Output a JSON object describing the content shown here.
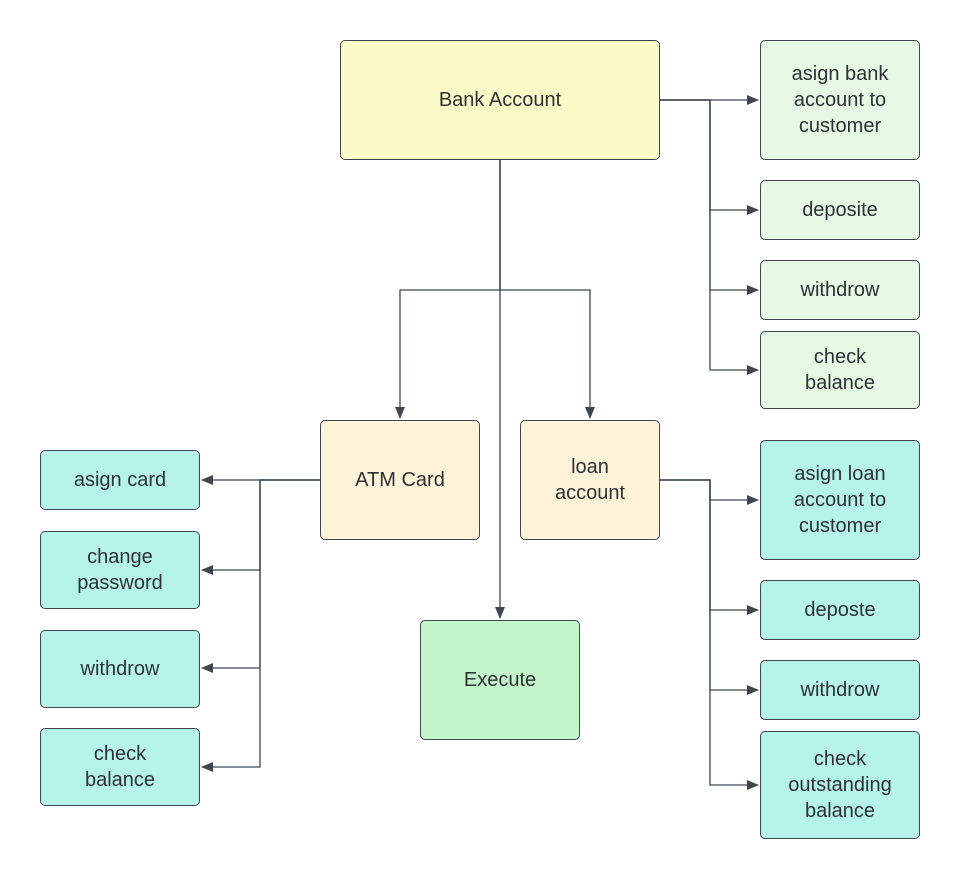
{
  "diagram": {
    "colors": {
      "line": "#3f4650",
      "root_fill": "#fbfbc8",
      "module_fill": "#fdf3d9",
      "account_ops_fill": "#e5f9e4",
      "service_ops_fill": "#b6f3ea",
      "execute_fill": "#c3f6c8"
    },
    "nodes": {
      "bank_account": "Bank Account",
      "assign_bank_account": "asign bank\naccount to\ncustomer",
      "deposit": "deposite",
      "withdraw": "withdrow",
      "check_balance": "check\nbalance",
      "atm_card": "ATM Card",
      "loan_account": "loan\naccount",
      "execute": "Execute",
      "assign_card": "asign card",
      "change_password": "change\npassword",
      "atm_withdraw": "withdrow",
      "atm_check_balance": "check\nbalance",
      "assign_loan_account": "asign loan\naccount to\ncustomer",
      "loan_deposit": "deposte",
      "loan_withdraw": "withdrow",
      "check_outstanding": "check\noutstanding\nbalance"
    },
    "edges": [
      {
        "from": "bank_account",
        "to": "assign_bank_account"
      },
      {
        "from": "bank_account",
        "to": "deposit"
      },
      {
        "from": "bank_account",
        "to": "withdraw"
      },
      {
        "from": "bank_account",
        "to": "check_balance"
      },
      {
        "from": "bank_account",
        "to": "atm_card"
      },
      {
        "from": "bank_account",
        "to": "loan_account"
      },
      {
        "from": "bank_account",
        "to": "execute"
      },
      {
        "from": "atm_card",
        "to": "assign_card"
      },
      {
        "from": "atm_card",
        "to": "change_password"
      },
      {
        "from": "atm_card",
        "to": "atm_withdraw"
      },
      {
        "from": "atm_card",
        "to": "atm_check_balance"
      },
      {
        "from": "loan_account",
        "to": "assign_loan_account"
      },
      {
        "from": "loan_account",
        "to": "loan_deposit"
      },
      {
        "from": "loan_account",
        "to": "loan_withdraw"
      },
      {
        "from": "loan_account",
        "to": "check_outstanding"
      }
    ]
  }
}
